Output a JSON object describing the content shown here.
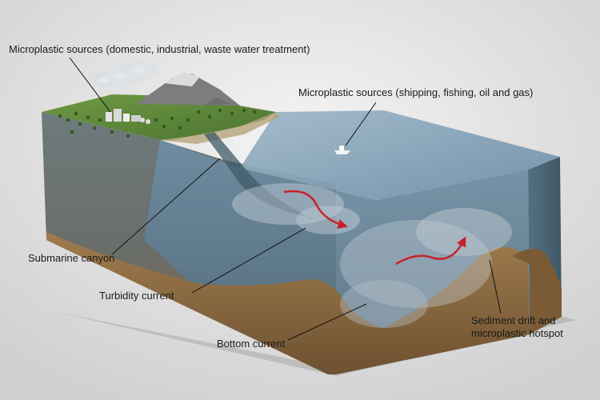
{
  "labels": {
    "land_sources": "Microplastic sources (domestic, industrial, waste water treatment)",
    "sea_sources": "Microplastic sources (shipping, fishing, oil and gas)",
    "submarine_canyon": "Submarine canyon",
    "turbidity_current": "Turbidity current",
    "bottom_current": "Bottom current",
    "sediment_drift_line1": "Sediment drift and",
    "sediment_drift_line2": "microplastic hotspot"
  },
  "colors": {
    "background": "#e6e6e6",
    "water": "#5f7f98",
    "water_top": "#8aa7bd",
    "sediment": "#8b6a42",
    "land": "#5f8a3a",
    "current_arrow": "#c8202a"
  }
}
